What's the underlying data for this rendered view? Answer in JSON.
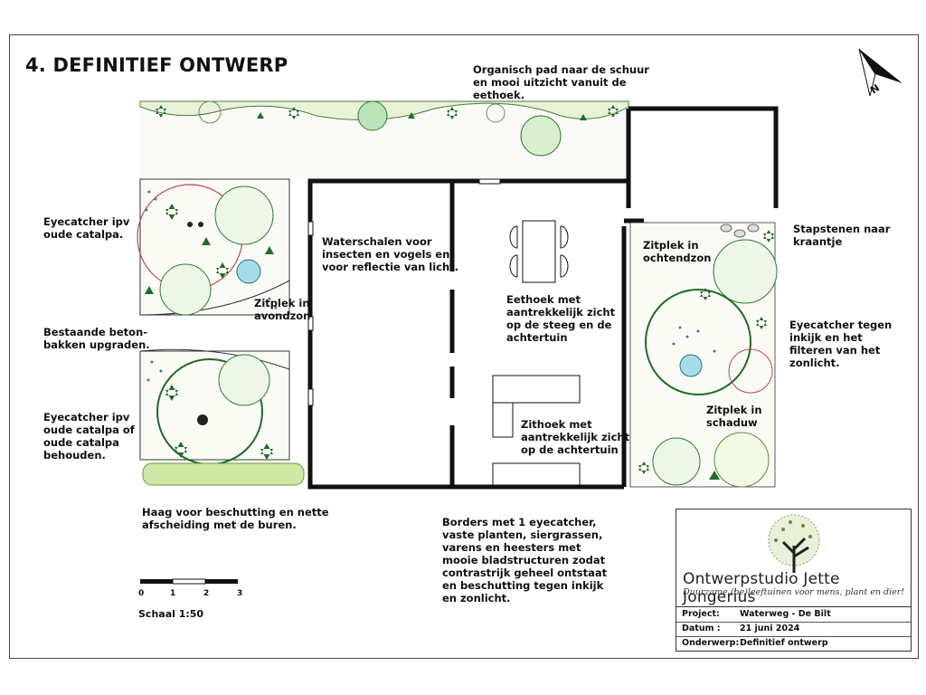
{
  "title": "4. DEFINITIEF ONTWERP",
  "compass": {
    "letter": "N"
  },
  "labels": {
    "path": "Organisch pad naar de schuur\nen mooi uitzicht vanuit de\neethoek.",
    "eyecatcher1": "Eyecatcher ipv\noude catalpa.",
    "waterschalen": "Waterschalen voor\ninsecten en vogels en\nvoor reflectie van licht.",
    "avondzon": "Zitplek in\navondzon",
    "betonbakken": "Bestaande beton-\nbakken upgraden.",
    "eyecatcher2": "Eyecatcher ipv\noude catalpa of\noude catalpa\nbehouden.",
    "haag": "Haag voor beschutting en nette\nafscheiding met de buren.",
    "eethoek": "Eethoek met\naantrekkelijk zicht\nop de steeg en de\nachtertuin",
    "zithoek": "Zithoek met\naantrekkelijk zicht\nop de achtertuin",
    "ochtendzon": "Zitplek in\nochtendzon",
    "stapstenen": "Stapstenen naar\nkraantje",
    "eyecatcher3": "Eyecatcher tegen\ninkijk en het\nfilteren van het\nzonlicht.",
    "schaduw": "Zitplek in\nschaduw",
    "borders": "Borders met 1 eyecatcher,\nvaste planten, siergrassen,\nvarens en heesters met\nmooie bladstructuren zodat\ncontrastrijk geheel ontstaat\nen beschutting tegen inkijk\nen zonlicht."
  },
  "scale": {
    "ticks": [
      "0",
      "1",
      "2",
      "3"
    ],
    "title": "Schaal 1:50"
  },
  "titleblock": {
    "brand": "Ontwerpstudio Jette Jongerius",
    "tagline": "Duurzame (be)leeftuinen voor mens, plant en dier!",
    "rows": [
      {
        "key": "Project:",
        "value": "Waterweg - De Bilt"
      },
      {
        "key": "Datum :",
        "value": "21 juni 2024"
      },
      {
        "key": "Onderwerp:",
        "value": "Definitief ontwerp"
      }
    ]
  },
  "colors": {
    "wall": "#111111",
    "plant_dark": "#1f6b2a",
    "plant_light": "#8fd18a",
    "water": "#a6dbe8",
    "hedge": "#cfe8a6",
    "gravel": "#4a6fb0",
    "flower": "#c9506a"
  }
}
